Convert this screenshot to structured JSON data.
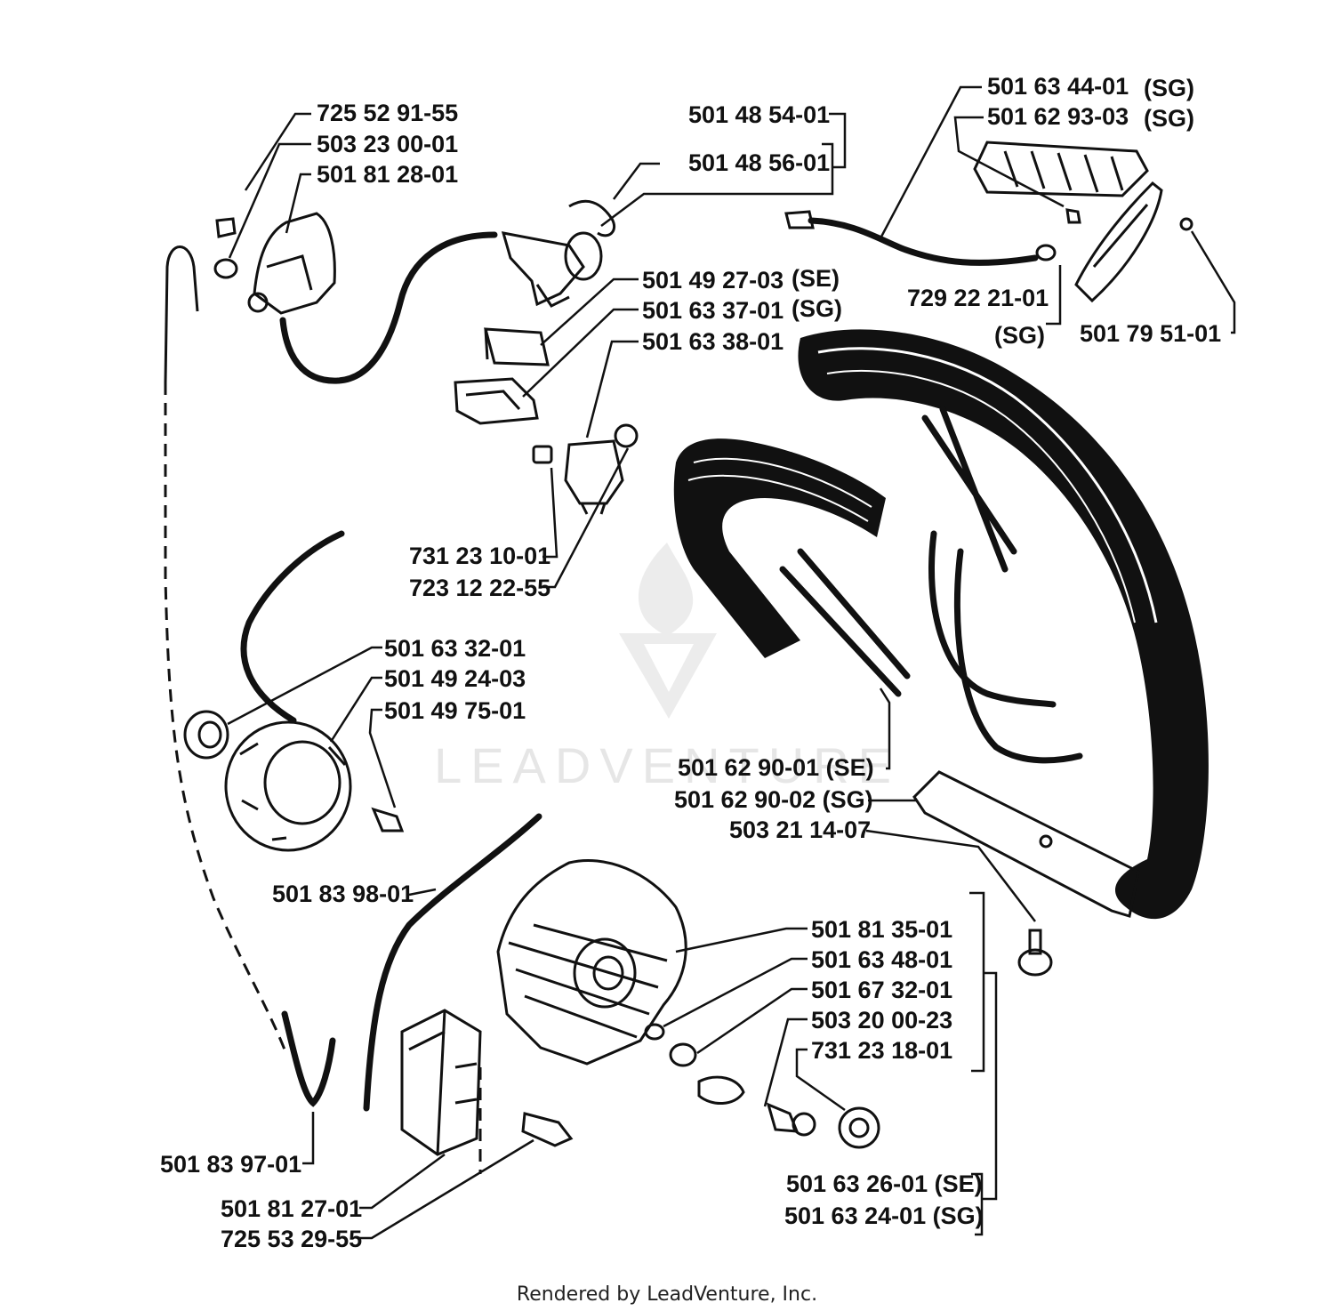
{
  "diagram": {
    "parts": {
      "p725_52_91_55": "725 52 91-55",
      "p503_23_00_01": "503 23 00-01",
      "p501_81_28_01": "501 81 28-01",
      "p501_48_54_01": "501 48 54-01",
      "p501_48_56_01": "501 48 56-01",
      "p501_63_44_01": "501 63 44-01",
      "p501_62_93_03": "501 62 93-03",
      "sg_a": "(SG)",
      "sg_b": "(SG)",
      "p501_49_27_03": "501 49 27-03",
      "se_a": "(SE)",
      "p501_63_37_01": "501 63 37-01",
      "sg_c": "(SG)",
      "p501_63_38_01": "501 63 38-01",
      "p729_22_21_01": "729 22 21-01",
      "sg_d": "(SG)",
      "p501_79_51_01": "501 79 51-01",
      "p731_23_10_01": "731 23 10-01",
      "p723_12_22_55": "723 12 22-55",
      "p501_63_32_01": "501 63 32-01",
      "p501_49_24_03": "501 49 24-03",
      "p501_49_75_01": "501 49 75-01",
      "p501_62_90_01": "501 62 90-01 (SE)",
      "p501_62_90_02": "501 62 90-02 (SG)",
      "p503_21_14_07": "503 21 14-07",
      "p501_83_98_01": "501 83 98-01",
      "p501_81_35_01": "501 81 35-01",
      "p501_63_48_01": "501 63 48-01",
      "p501_67_32_01": "501 67 32-01",
      "p503_20_00_23": "503 20 00-23",
      "p731_23_18_01": "731 23 18-01",
      "p501_83_97_01": "501 83 97-01",
      "p501_63_26_01": "501 63 26-01 (SE)",
      "p501_63_24_01": "501 63 24-01 (SG)",
      "p501_81_27_01": "501 81 27-01",
      "p725_53_29_55": "725 53 29-55"
    },
    "watermark": "LEADVENTURE",
    "footer": "Rendered by LeadVenture, Inc."
  }
}
